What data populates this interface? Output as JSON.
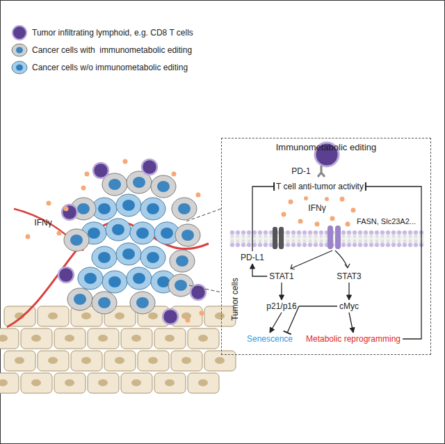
{
  "diagram": {
    "nodes": [
      {
        "text": [
          "Immunometabolic editing"
        ]
      },
      {
        "text": [
          "T cell anti-tumor activity"
        ],
        "in": 0
      },
      {
        "text": [
          "PD-L1"
        ],
        "in": 0
      },
      {
        "text": [
          "STAT1"
        ],
        "in": 0
      },
      {
        "text": [
          "STAT3"
        ],
        "in": 0
      },
      {
        "text": [
          "p21/p16"
        ],
        "in": 0
      },
      {
        "text": [
          "cMyc"
        ],
        "in": 0
      },
      {
        "text": [
          "Senescence"
        ],
        "in": 0
      },
      {
        "text": [
          "Metabolic reprogramming"
        ],
        "in": 0
      }
    ],
    "edges": [
      {
        "from": 3,
        "to": 2,
        "arrow": "to"
      },
      {
        "from": 2,
        "to": 1,
        "arrow": "to"
      },
      {
        "from": 3,
        "to": 5,
        "arrow": "to"
      },
      {
        "from": 4,
        "to": 6,
        "arrow": "to"
      },
      {
        "from": 5,
        "to": 7,
        "arrow": "to"
      },
      {
        "from": 6,
        "to": 8,
        "arrow": "to"
      },
      {
        "from": 6,
        "to": 7,
        "arrow": "to"
      },
      {
        "from": 8,
        "to": 1,
        "label": "FASN, Slc23A2...",
        "arrow": "to"
      }
    ],
    "labels": [
      "PD-1",
      "IFNγ",
      "IFNγ",
      "Tumor cells"
    ],
    "legend": [
      {
        "text": "Tumor infiltrating lymphoid, e.g. CD8 T cells"
      },
      {
        "text": "Cancer cells with  immunometabolic editing"
      },
      {
        "text": "Cancer cells w/o immunometabolic editing"
      }
    ]
  }
}
